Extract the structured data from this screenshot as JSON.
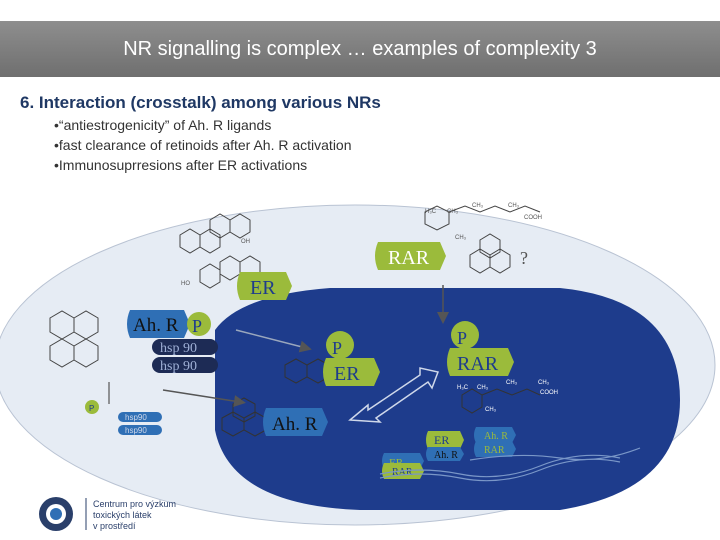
{
  "slide": {
    "title": "NR signalling is complex … examples of complexity 3",
    "heading": "6. Interaction (crosstalk) among various NRs",
    "bullets": [
      "•“antiestrogenicity” of Ah. R ligands",
      "•fast clearance of retinoids after Ah. R activation",
      "•Immunosuprresions after ER activations"
    ]
  },
  "diagram": {
    "labels": {
      "rar_top": "RAR",
      "question_mark": "?",
      "er_top": "ER",
      "ahr_left": "Ah. R",
      "p_left": "P",
      "hsp90_a": "hsp 90",
      "hsp90_b": "hsp 90",
      "hsp90_small_a": "hsp90",
      "hsp90_small_b": "hsp90",
      "p_small": "P",
      "p_center": "P",
      "er_center": "ER",
      "p_right": "P",
      "rar_right": "RAR",
      "ahr_bottom": "Ah. R",
      "er_low": "ER",
      "ahr_low": "Ah. R",
      "er_bottom": "ER",
      "rar_bottom": "RAR",
      "ahr_rar_a": "Ah. R",
      "ahr_rar_b": "RAR"
    },
    "chem": {
      "ch3_labels": [
        "H₃C",
        "CH₃",
        "CH₃",
        "CH₃",
        "COOH",
        "CH₃"
      ],
      "oh": "OH",
      "ho": "HO",
      "lower_chem": [
        "H₃C",
        "CH₃",
        "CH₃",
        "CH₃",
        "COOH",
        "CH₃"
      ]
    },
    "colors": {
      "nucleus": "#1e3c8c",
      "cell": "#e6ecf4",
      "green_box": "#9bbb3b",
      "dark_box": "#1d2b55",
      "light_blue_box": "#2f6fb5"
    }
  },
  "logo": {
    "lines": [
      "Centrum pro výzkum",
      "toxických látek",
      "v prostředí"
    ]
  }
}
